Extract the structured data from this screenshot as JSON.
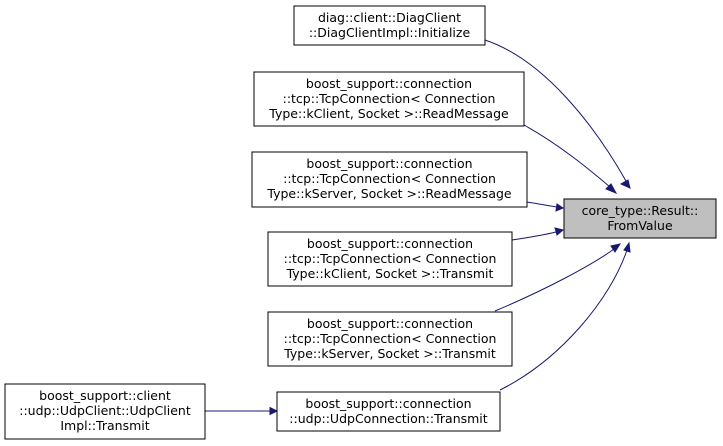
{
  "graph": {
    "target": {
      "lines": [
        "core_type::Result::",
        "FromValue"
      ]
    },
    "callers": [
      {
        "id": "diag-initialize",
        "lines": [
          "diag::client::DiagClient",
          "::DiagClientImpl::Initialize"
        ]
      },
      {
        "id": "tcp-kclient-readmessage",
        "lines": [
          "boost_support::connection",
          "::tcp::TcpConnection< Connection",
          "Type::kClient, Socket >::ReadMessage"
        ]
      },
      {
        "id": "tcp-kserver-readmessage",
        "lines": [
          "boost_support::connection",
          "::tcp::TcpConnection< Connection",
          "Type::kServer, Socket >::ReadMessage"
        ]
      },
      {
        "id": "tcp-kclient-transmit",
        "lines": [
          "boost_support::connection",
          "::tcp::TcpConnection< Connection",
          "Type::kClient, Socket >::Transmit"
        ]
      },
      {
        "id": "tcp-kserver-transmit",
        "lines": [
          "boost_support::connection",
          "::tcp::TcpConnection< Connection",
          "Type::kServer, Socket >::Transmit"
        ]
      },
      {
        "id": "udp-connection-transmit",
        "lines": [
          "boost_support::connection",
          "::udp::UdpConnection::Transmit"
        ]
      },
      {
        "id": "udp-client-impl-transmit",
        "lines": [
          "boost_support::client",
          "::udp::UdpClient::UdpClient",
          "Impl::Transmit"
        ]
      }
    ],
    "edges": [
      {
        "from": "diag-initialize",
        "to": "target"
      },
      {
        "from": "tcp-kclient-readmessage",
        "to": "target"
      },
      {
        "from": "tcp-kserver-readmessage",
        "to": "target"
      },
      {
        "from": "tcp-kclient-transmit",
        "to": "target"
      },
      {
        "from": "tcp-kserver-transmit",
        "to": "target"
      },
      {
        "from": "udp-connection-transmit",
        "to": "target"
      },
      {
        "from": "udp-client-impl-transmit",
        "to": "udp-connection-transmit"
      }
    ],
    "colors": {
      "edge": "#191970",
      "target_fill": "#bfbfbf",
      "node_fill": "#ffffff",
      "node_border": "#000000"
    }
  }
}
